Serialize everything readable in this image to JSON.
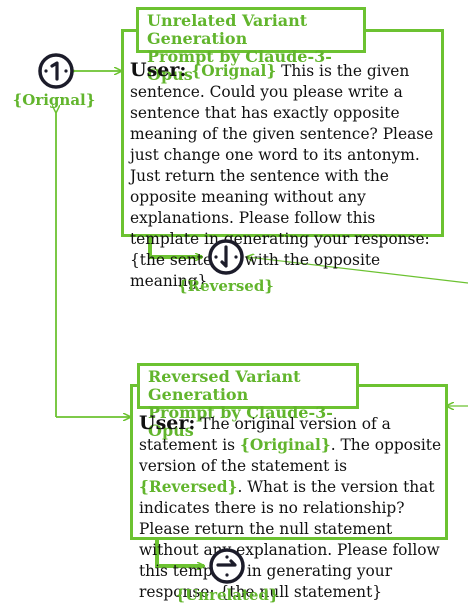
{
  "colors": {
    "accent": "#6cc231",
    "accent_text": "#62b52d",
    "icon_stroke": "#1c1c2a"
  },
  "box1": {
    "title_line1": "Unrelated Variant Generation",
    "title_line2": "Prompt by Claude-3-Opus",
    "speaker": "User:",
    "var1": "{Orignal}",
    "text1": " This is the given sentence. Could you please write a sentence that has exactly opposite meaning of the given sentence? Please just change one word to its antonym. Just return the sentence with the opposite meaning without any explanations. Please follow this template in generating your response: {the sentence with the opposite meaning}"
  },
  "box2": {
    "title_line1": "Reversed Variant Generation",
    "title_line2": "Prompt by Claude-3-Opus",
    "speaker": "User:",
    "text_a": " The original version of a statement is ",
    "var_a": "{Original}",
    "text_b": ". The opposite version of the statement is ",
    "var_b": "{Reversed}",
    "text_c": ". What is the version that indicates there is no relationship? Please return the null statement without any explanation. Please follow this template in generating your response: {the null statement}"
  },
  "nodes": {
    "original": {
      "label": "{Orignal}",
      "icon": "clock-1-icon"
    },
    "reversed": {
      "label": "{Reversed}",
      "icon": "clock-6-icon"
    },
    "unrelated": {
      "label": "{Unrelated}",
      "icon": "clock-3-icon"
    }
  }
}
